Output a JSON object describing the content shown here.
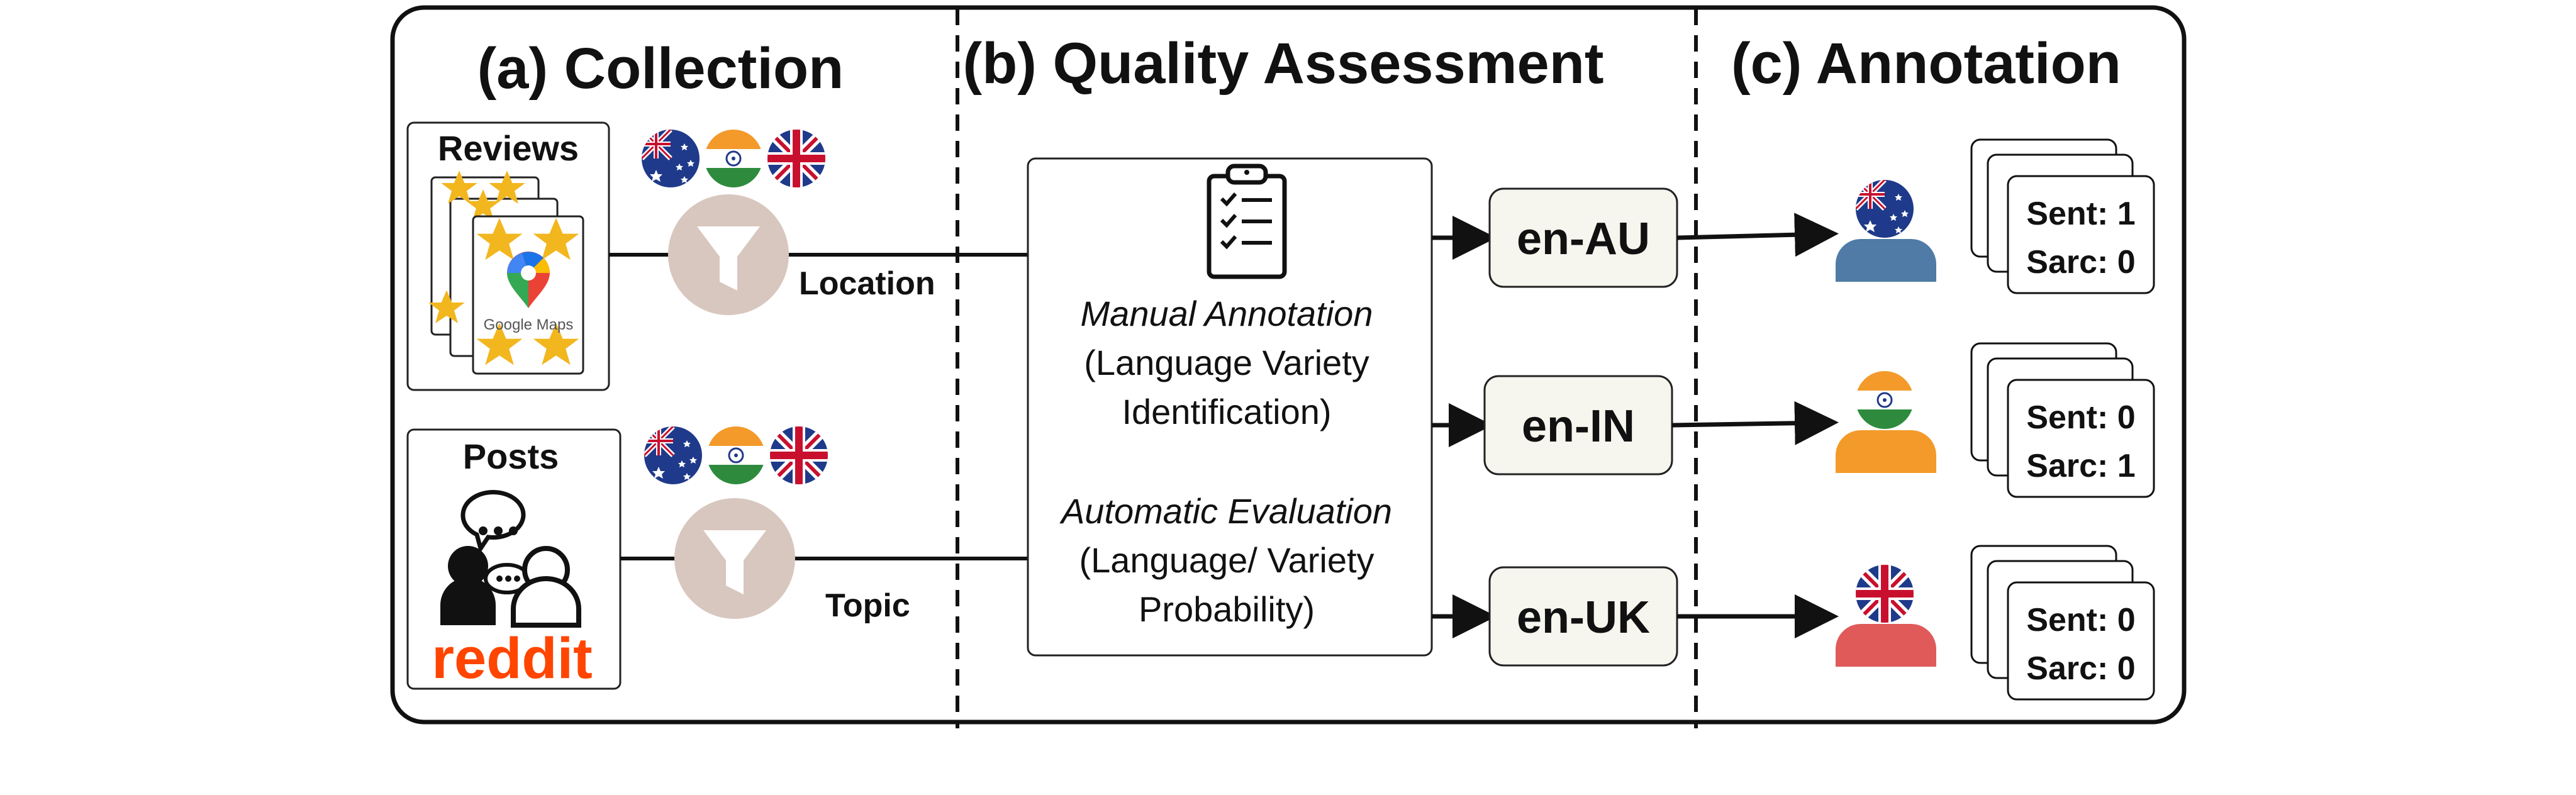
{
  "panels": {
    "collection": {
      "title": "(a) Collection"
    },
    "quality": {
      "title": "(b) Quality Assessment"
    },
    "annotation": {
      "title": "(c) Annotation"
    }
  },
  "collection": {
    "reviews": {
      "title": "Reviews",
      "logo_text": "Google Maps",
      "filter_label": "Location"
    },
    "posts": {
      "title": "Posts",
      "logo_text": "reddit",
      "filter_label": "Topic"
    },
    "flags": [
      "australia-flag",
      "india-flag",
      "uk-flag"
    ]
  },
  "quality": {
    "manual_title": "Manual Annotation",
    "manual_desc_line1": "(Language Variety",
    "manual_desc_line2": "Identification)",
    "auto_title": "Automatic Evaluation",
    "auto_desc_line1": "(Language/ Variety",
    "auto_desc_line2": "Probability)"
  },
  "varieties": [
    {
      "code": "en-AU",
      "sent": "Sent: 1",
      "sarc": "Sarc: 0",
      "avatar_color": "#4f7ba6",
      "flag": "australia-flag"
    },
    {
      "code": "en-IN",
      "sent": "Sent: 0",
      "sarc": "Sarc: 1",
      "avatar_color": "#f39a2b",
      "flag": "india-flag"
    },
    {
      "code": "en-UK",
      "sent": "Sent: 0",
      "sarc": "Sarc: 0",
      "avatar_color": "#e05a5a",
      "flag": "uk-flag"
    }
  ],
  "colors": {
    "filter": "#d8c7bf",
    "variety_box": "#f6f5ee",
    "star": "#f2b61f",
    "reddit": "#ff4500",
    "border": "#111111"
  }
}
